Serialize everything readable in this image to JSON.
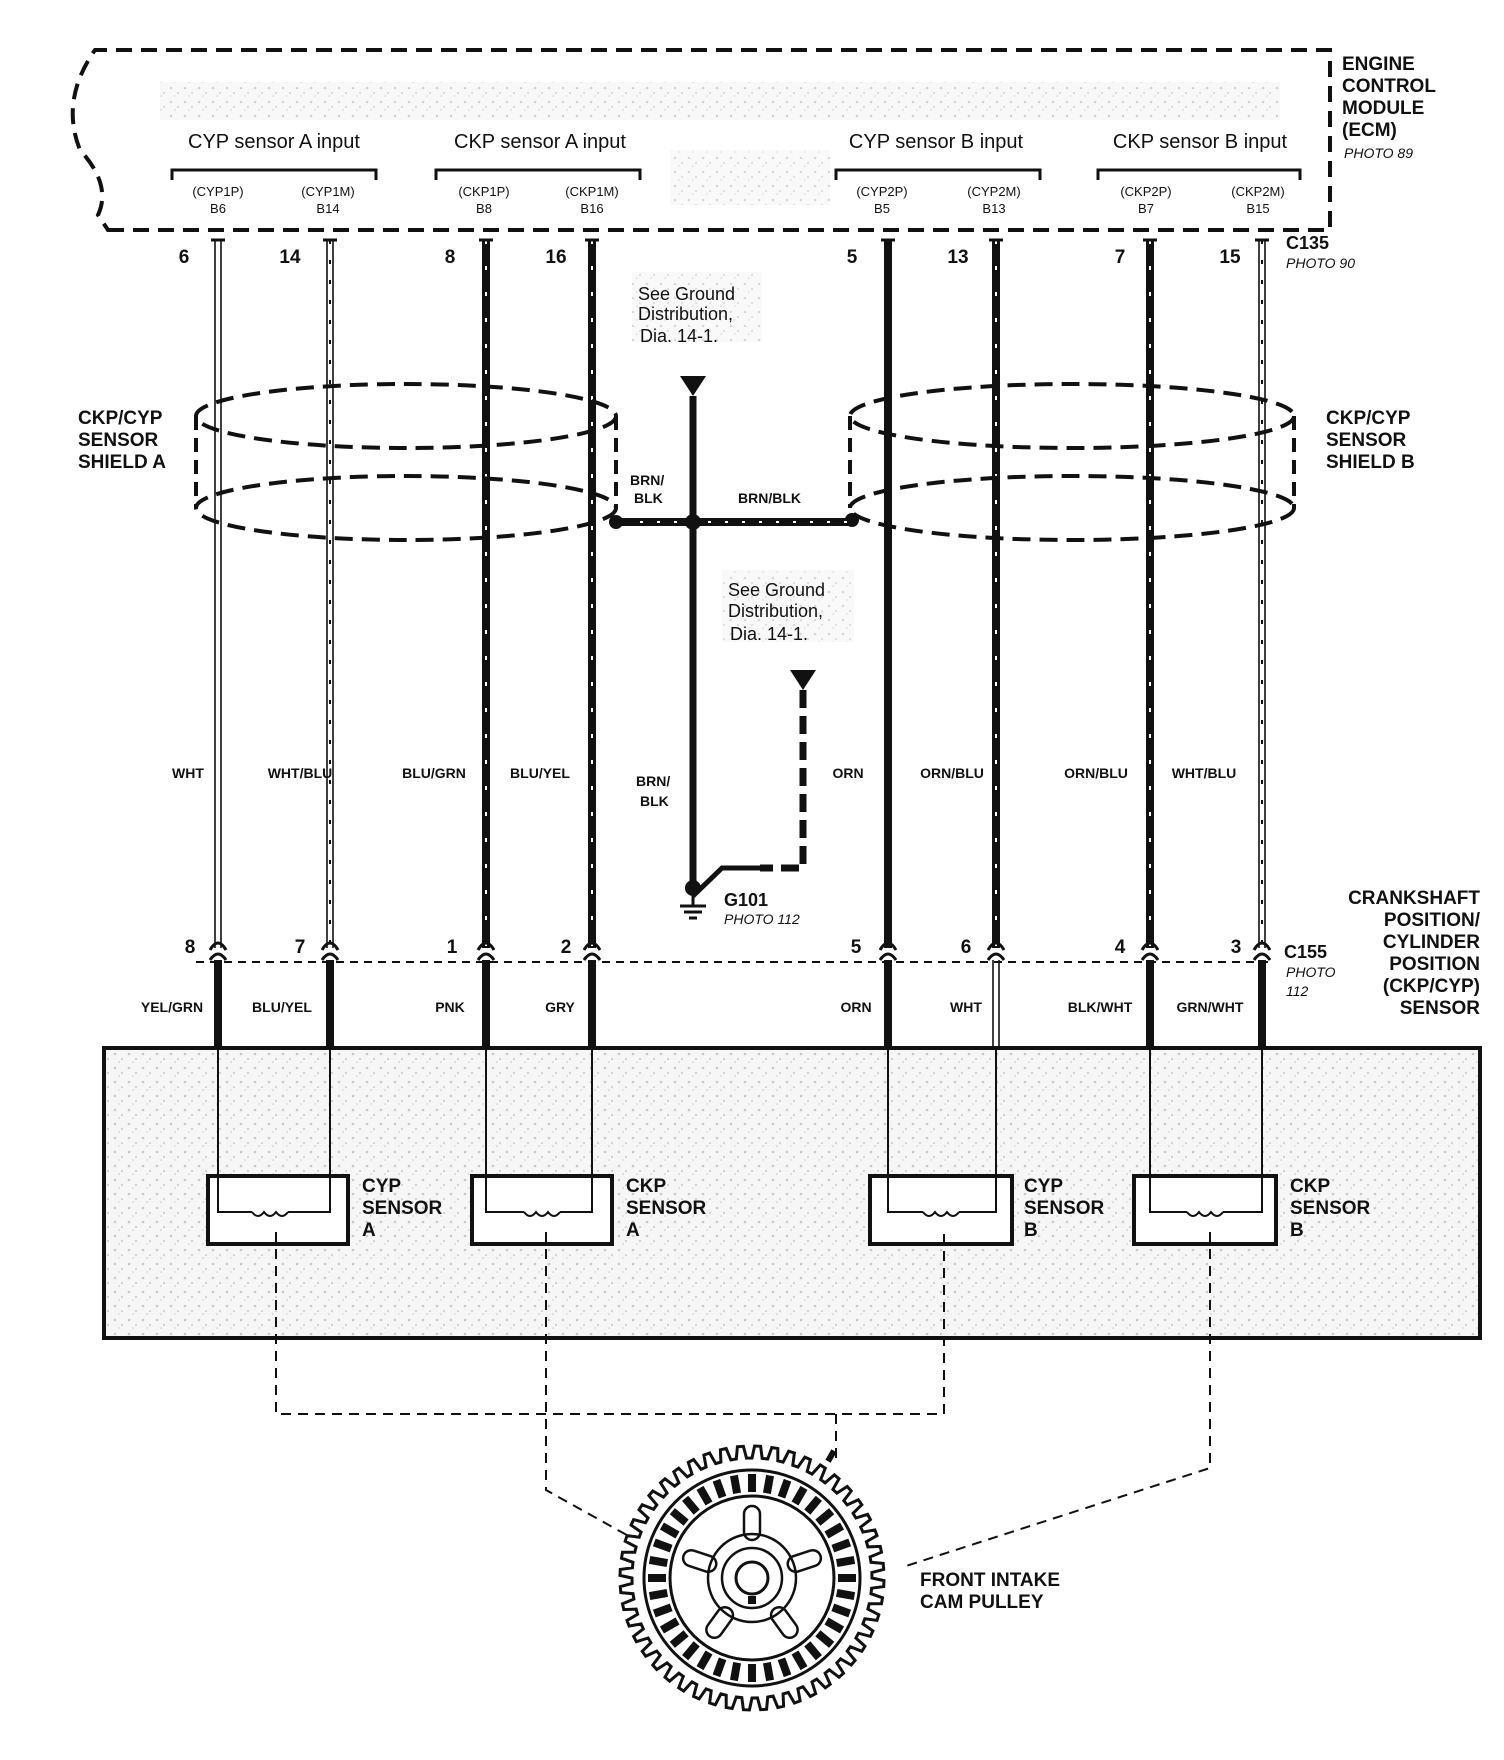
{
  "ecm": {
    "title_lines": [
      "ENGINE",
      "CONTROL",
      "MODULE",
      "(ECM)"
    ],
    "photo": "PHOTO 89",
    "groups": [
      {
        "label": "CYP sensor A input",
        "pins": [
          {
            "code": "(CYP1P)",
            "pin": "B6"
          },
          {
            "code": "(CYP1M)",
            "pin": "B14"
          }
        ]
      },
      {
        "label": "CKP sensor A input",
        "pins": [
          {
            "code": "(CKP1P)",
            "pin": "B8"
          },
          {
            "code": "(CKP1M)",
            "pin": "B16"
          }
        ]
      },
      {
        "label": "CYP sensor B input",
        "pins": [
          {
            "code": "(CYP2P)",
            "pin": "B5"
          },
          {
            "code": "(CYP2M)",
            "pin": "B13"
          }
        ]
      },
      {
        "label": "CKP sensor B input",
        "pins": [
          {
            "code": "(CKP2P)",
            "pin": "B7"
          },
          {
            "code": "(CKP2M)",
            "pin": "B15"
          }
        ]
      }
    ]
  },
  "c135": {
    "name": "C135",
    "photo": "PHOTO 90"
  },
  "c155": {
    "name": "C155",
    "photo_lines": [
      "PHOTO",
      "112"
    ]
  },
  "wires": [
    {
      "top_pin": "6",
      "color": "WHT",
      "bottom_pin": "8",
      "lower_color": "YEL/GRN"
    },
    {
      "top_pin": "14",
      "color": "WHT/BLU",
      "bottom_pin": "7",
      "lower_color": "BLU/YEL"
    },
    {
      "top_pin": "8",
      "color": "BLU/GRN",
      "bottom_pin": "1",
      "lower_color": "PNK"
    },
    {
      "top_pin": "16",
      "color": "BLU/YEL",
      "bottom_pin": "2",
      "lower_color": "GRY"
    },
    {
      "top_pin": "5",
      "color": "ORN",
      "bottom_pin": "5",
      "lower_color": "ORN"
    },
    {
      "top_pin": "13",
      "color": "ORN/BLU",
      "bottom_pin": "6",
      "lower_color": "WHT"
    },
    {
      "top_pin": "7",
      "color": "ORN/BLU",
      "bottom_pin": "4",
      "lower_color": "BLK/WHT"
    },
    {
      "top_pin": "15",
      "color": "WHT/BLU",
      "bottom_pin": "3",
      "lower_color": "GRN/WHT"
    }
  ],
  "shield_a": [
    "CKP/CYP",
    "SENSOR",
    "SHIELD A"
  ],
  "shield_b": [
    "CKP/CYP",
    "SENSOR",
    "SHIELD B"
  ],
  "ground": {
    "see_lines": [
      "See Ground",
      "Distribution,",
      "Dia. 14-1."
    ],
    "brn_blk_split": [
      "BRN/",
      "BLK"
    ],
    "brn_blk": "BRN/BLK",
    "g101": "G101",
    "g101_photo": "PHOTO 112"
  },
  "ckp_cyp_sensor": [
    "CRANKSHAFT",
    "POSITION/",
    "CYLINDER",
    "POSITION",
    "(CKP/CYP)",
    "SENSOR"
  ],
  "sensors": [
    {
      "lines": [
        "CYP",
        "SENSOR",
        "A"
      ]
    },
    {
      "lines": [
        "CKP",
        "SENSOR",
        "A"
      ]
    },
    {
      "lines": [
        "CYP",
        "SENSOR",
        "B"
      ]
    },
    {
      "lines": [
        "CKP",
        "SENSOR",
        "B"
      ]
    }
  ],
  "pulley": [
    "FRONT INTAKE",
    "CAM PULLEY"
  ],
  "colors": {
    "ink": "#111111",
    "shade": "#e3e3e3",
    "panel": "#f4f4f4"
  }
}
